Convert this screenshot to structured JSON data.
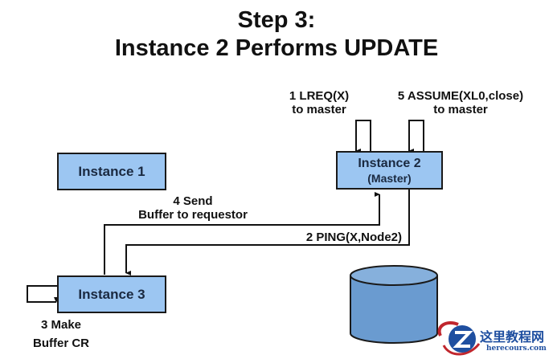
{
  "title": {
    "line1": "Step 3:",
    "line2": "Instance 2 Performs UPDATE"
  },
  "nodes": {
    "instance1": {
      "label": "Instance 1"
    },
    "instance2": {
      "label": "Instance 2",
      "sublabel": "(Master)"
    },
    "instance3": {
      "label": "Instance 3"
    },
    "database": {
      "icon": "database-cylinder-icon"
    }
  },
  "messages": {
    "step1": {
      "line1": "1 LREQ(X)",
      "line2": "to master"
    },
    "step2": {
      "line1": "2 PING(X,Node2)"
    },
    "step3": {
      "line1": "3 Make",
      "line2": "Buffer CR"
    },
    "step4": {
      "line1": "4 Send",
      "line2": "Buffer to requestor"
    },
    "step5": {
      "line1": "5 ASSUME(XL0,close)",
      "line2": "to master"
    }
  },
  "colors": {
    "box_fill": "#9cc6f2",
    "box_border": "#1a1a1a",
    "db_fill": "#6a9bd0",
    "db_top": "#86b0dc",
    "line": "#111111"
  },
  "watermark": {
    "cn": "这里教程网",
    "en": "herecours.com"
  }
}
